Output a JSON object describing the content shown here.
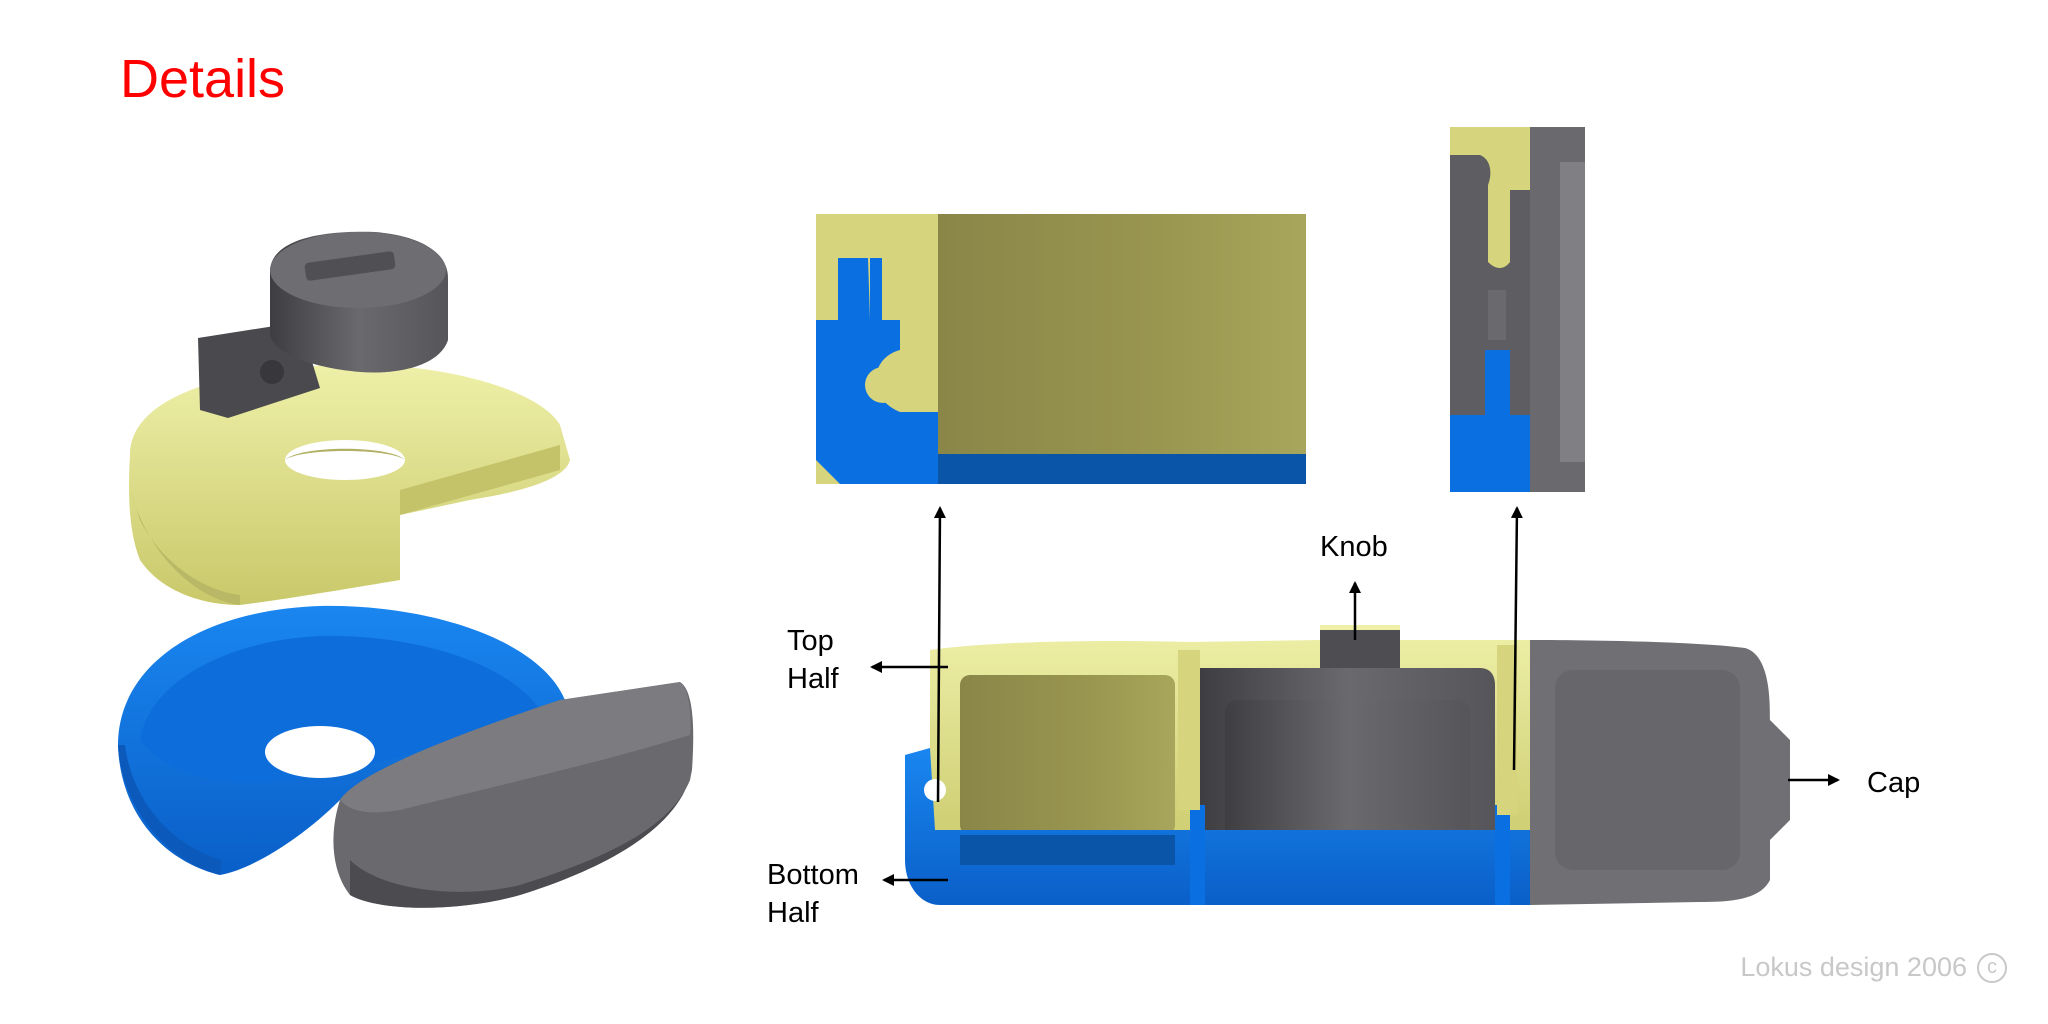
{
  "title": "Details",
  "labels": {
    "top_half": [
      "Top",
      "Half"
    ],
    "bottom_half": [
      "Bottom",
      "Half"
    ],
    "knob": "Knob",
    "cap": "Cap"
  },
  "credit": {
    "text": "Lokus design 2006",
    "symbol": "c"
  },
  "colors": {
    "title": "#ff0000",
    "top_half": "#d8d870",
    "top_half_shaded": "#97944f",
    "bottom_half": "#0a6fe0",
    "knob_cap": "#5f5f63",
    "credit": "#c8c8c8"
  }
}
